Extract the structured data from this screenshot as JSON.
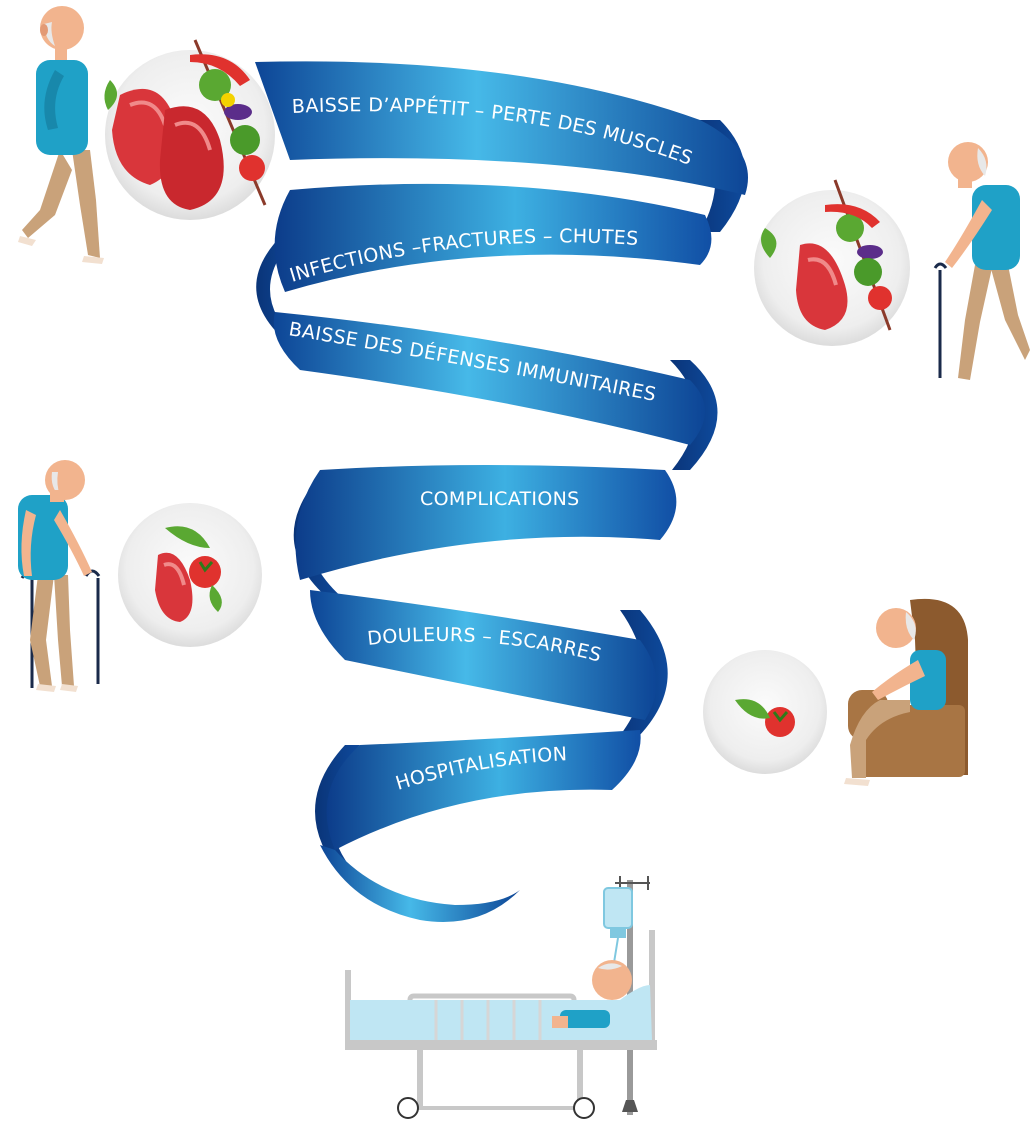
{
  "spiral": {
    "steps": [
      {
        "label": "BAISSE D’APPÉTIT – PERTE DES MUSCLES"
      },
      {
        "label": "INFECTIONS –FRACTURES – CHUTES"
      },
      {
        "label": "BAISSE DES DÉFENSES IMMUNITAIRES"
      },
      {
        "label": "COMPLICATIONS"
      },
      {
        "label": "DOULEURS – ESCARRES"
      },
      {
        "label": "HOSPITALISATION"
      }
    ]
  },
  "figures": [
    {
      "id": "walking-man",
      "plate": "full"
    },
    {
      "id": "man-with-cane",
      "plate": "medium"
    },
    {
      "id": "man-with-two-canes",
      "plate": "small"
    },
    {
      "id": "man-in-armchair",
      "plate": "minimal"
    },
    {
      "id": "man-in-hospital-bed",
      "plate": "none"
    }
  ],
  "colors": {
    "ribbon_dark": "#0b3f8f",
    "ribbon_light": "#3fb4e4",
    "skin": "#f2b48e",
    "shirt": "#1fa1c7",
    "pants": "#c9a27a",
    "plate": "#eeeeee",
    "sausage": "#d9363b",
    "tomato": "#e0322e",
    "greens": "#5aa832",
    "armchair": "#a87544"
  }
}
